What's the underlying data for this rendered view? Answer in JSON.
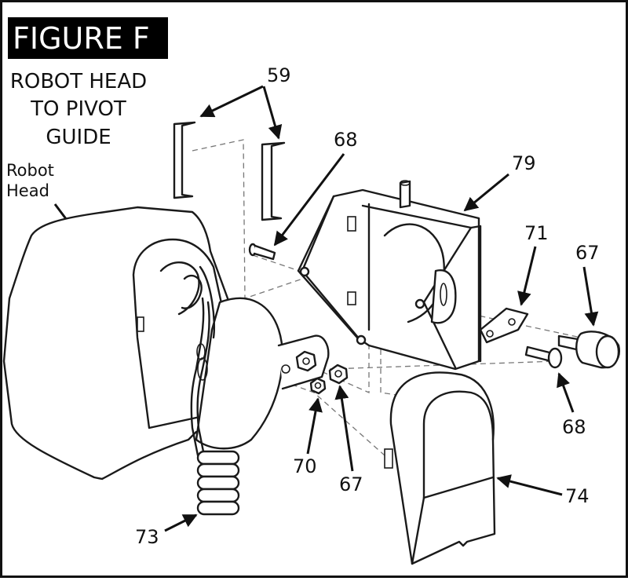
{
  "figure": {
    "badge": "FIGURE F",
    "title_lines": [
      "ROBOT HEAD",
      "TO PIVOT",
      "GUIDE"
    ],
    "colors": {
      "ink": "#111111",
      "badge_bg": "#000000",
      "badge_text": "#ffffff",
      "guide_dash": "#777777"
    }
  },
  "labels": {
    "robot_head": [
      "Robot",
      "Head"
    ],
    "part_59": "59",
    "part_68_top": "68",
    "part_79": "79",
    "part_71": "71",
    "part_67_right": "67",
    "part_68_right": "68",
    "part_70": "70",
    "part_67_bottom": "67",
    "part_73": "73",
    "part_74": "74"
  }
}
